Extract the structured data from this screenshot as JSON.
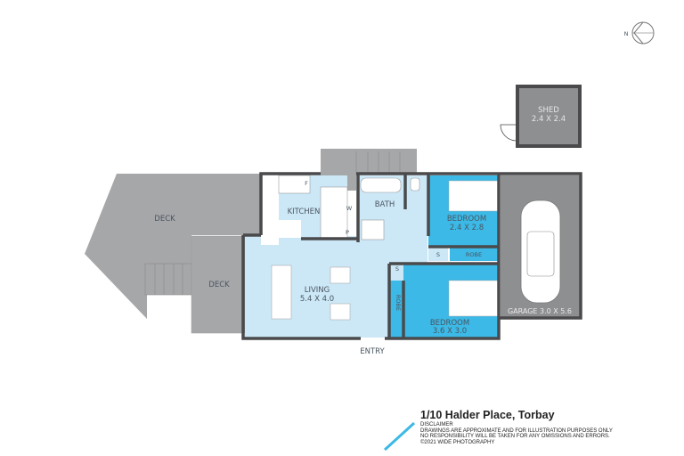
{
  "address": "1/10 Halder Place, Torbay",
  "disclaimer": {
    "heading": "DISCLAIMER",
    "line1": "DRAWINGS ARE APPROXIMATE AND FOR ILLUSTRATION PURPOSES ONLY",
    "line2": "NO RESPONSIBILITY WILL BE TAKEN FOR ANY OMISSIONS AND ERRORS.",
    "line3": "©2021 WIDE PHOTOGRAPHY"
  },
  "compass": {
    "letter": "N"
  },
  "rooms": {
    "deck_main": "DECK",
    "deck_small": "DECK",
    "kitchen": "KITCHEN",
    "bath": "BATH",
    "bedroom1": {
      "name": "BEDROOM",
      "size": "2.4 X 2.8"
    },
    "bedroom2": {
      "name": "BEDROOM",
      "size": "3.6 X 3.0"
    },
    "living": {
      "name": "LIVING",
      "size": "5.4 X 4.0"
    },
    "garage": "GARAGE 3.0 X 5.6",
    "shed": {
      "name": "SHED",
      "size": "2.4 X 2.4"
    },
    "robe1": "ROBE",
    "robe2": "ROBE",
    "store1": "S",
    "store2": "S",
    "entry": "ENTRY",
    "fridge": "F",
    "washer": "W",
    "pantry": "P"
  },
  "colors": {
    "wall": "#4a4a4c",
    "light_room": "#cce8f7",
    "bedroom": "#3cb9e6",
    "outdoor": "#a6a7a9",
    "garage": "#8e8f91"
  }
}
